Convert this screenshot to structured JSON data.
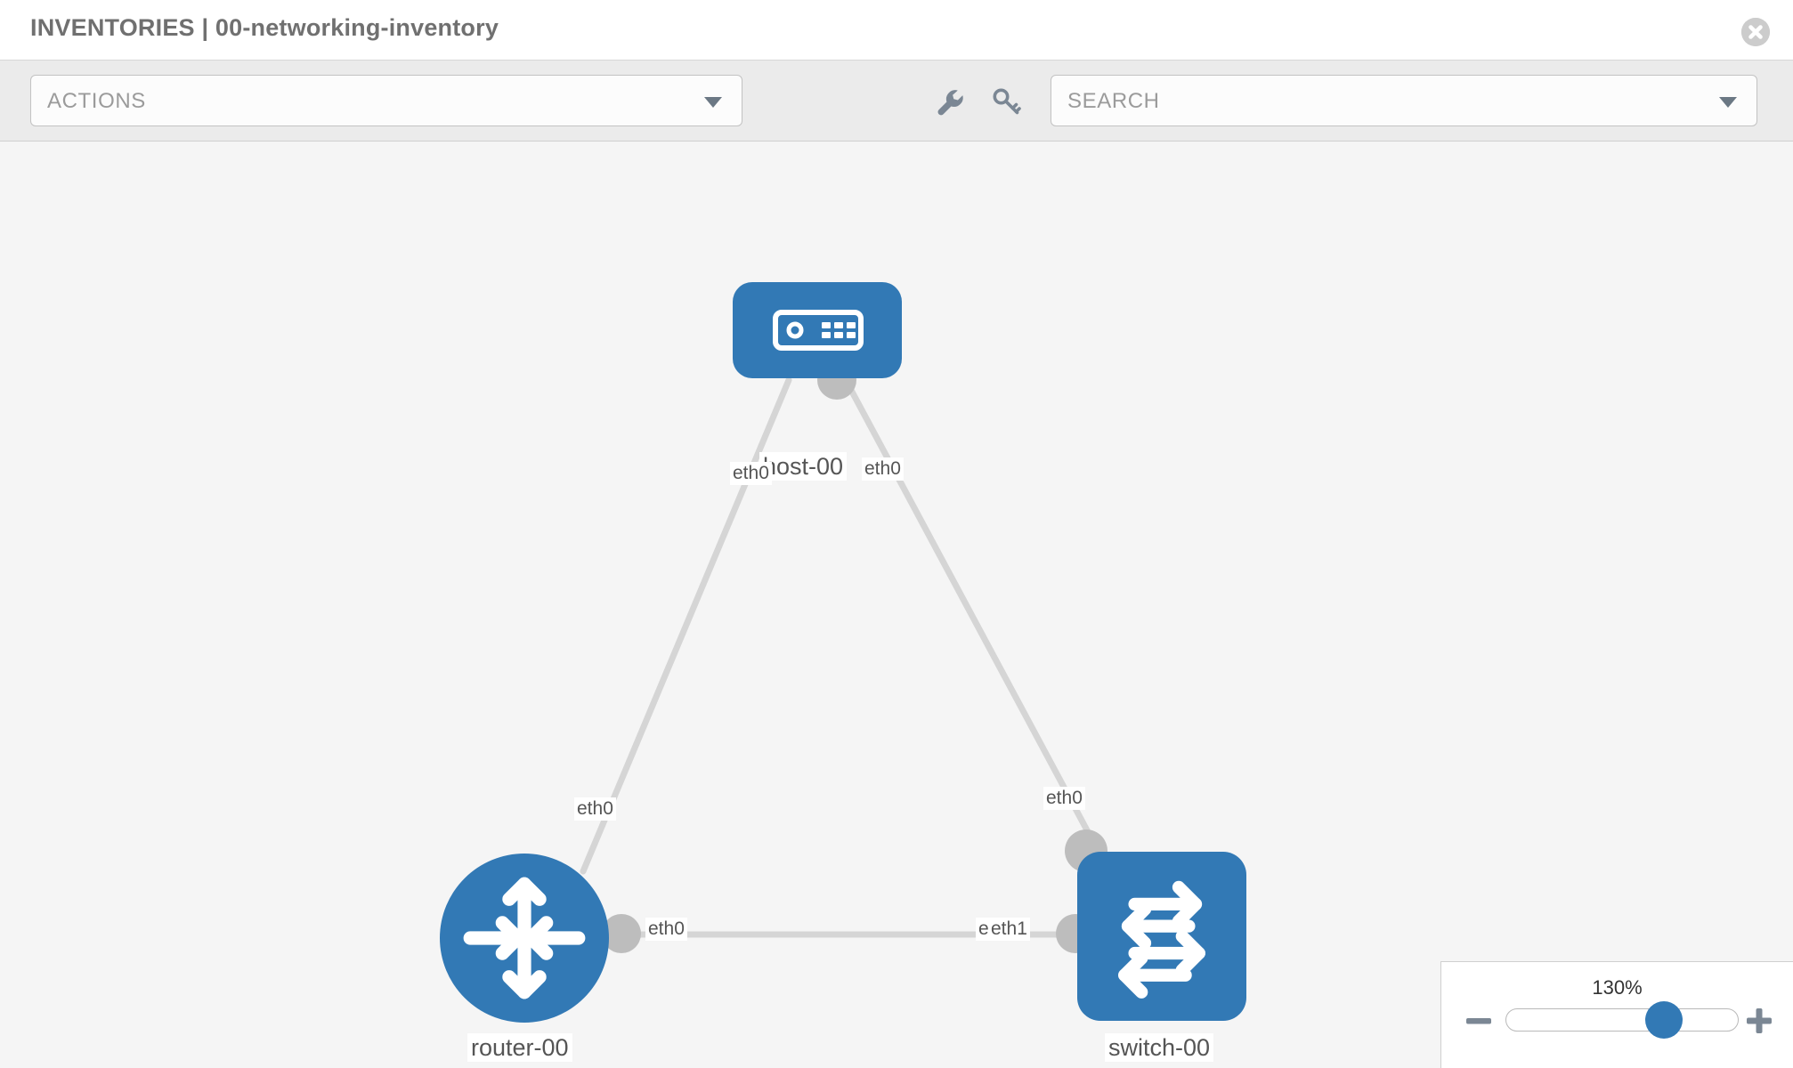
{
  "header": {
    "title": "INVENTORIES | 00-networking-inventory",
    "close_icon": "close-circle-icon"
  },
  "toolbar": {
    "actions": {
      "label": "ACTIONS",
      "caret_icon": "chevron-down-icon"
    },
    "wrench_icon": "wrench-icon",
    "key_icon": "key-icon",
    "search": {
      "label": "SEARCH",
      "placeholder": "SEARCH",
      "caret_icon": "chevron-down-icon"
    }
  },
  "topology": {
    "nodes": [
      {
        "id": "host-00",
        "label": "host-00",
        "icon": "server-device-icon",
        "shape": "rounded-rect",
        "color": "#3279b5"
      },
      {
        "id": "router-00",
        "label": "router-00",
        "icon": "router-arrows-icon",
        "shape": "circle",
        "color": "#3279b5"
      },
      {
        "id": "switch-00",
        "label": "switch-00",
        "icon": "switch-arrows-icon",
        "shape": "rounded-square",
        "color": "#3279b5"
      }
    ],
    "edges": [
      {
        "from": "host-00",
        "to": "router-00",
        "from_label": "eth0",
        "to_label": "eth0"
      },
      {
        "from": "host-00",
        "to": "switch-00",
        "from_label": "eth0",
        "to_label": "eth0"
      },
      {
        "from": "router-00",
        "to": "switch-00",
        "from_label": "eth0",
        "to_label": "eth1",
        "to_label_overlap": "eth"
      }
    ],
    "edge_labels": {
      "host_left": "eth0",
      "host_right": "eth0",
      "router_upper": "eth0",
      "switch_upper": "eth0",
      "router_right": "eth0",
      "switch_left_overlap": "eth",
      "switch_left": "eth1"
    },
    "link_color": "#d5d5d5",
    "connector_color": "#bdbdbd"
  },
  "zoom_control": {
    "level": "130%",
    "minus_icon": "minus-icon",
    "plus_icon": "plus-icon",
    "thumb_position_pct": 63
  }
}
